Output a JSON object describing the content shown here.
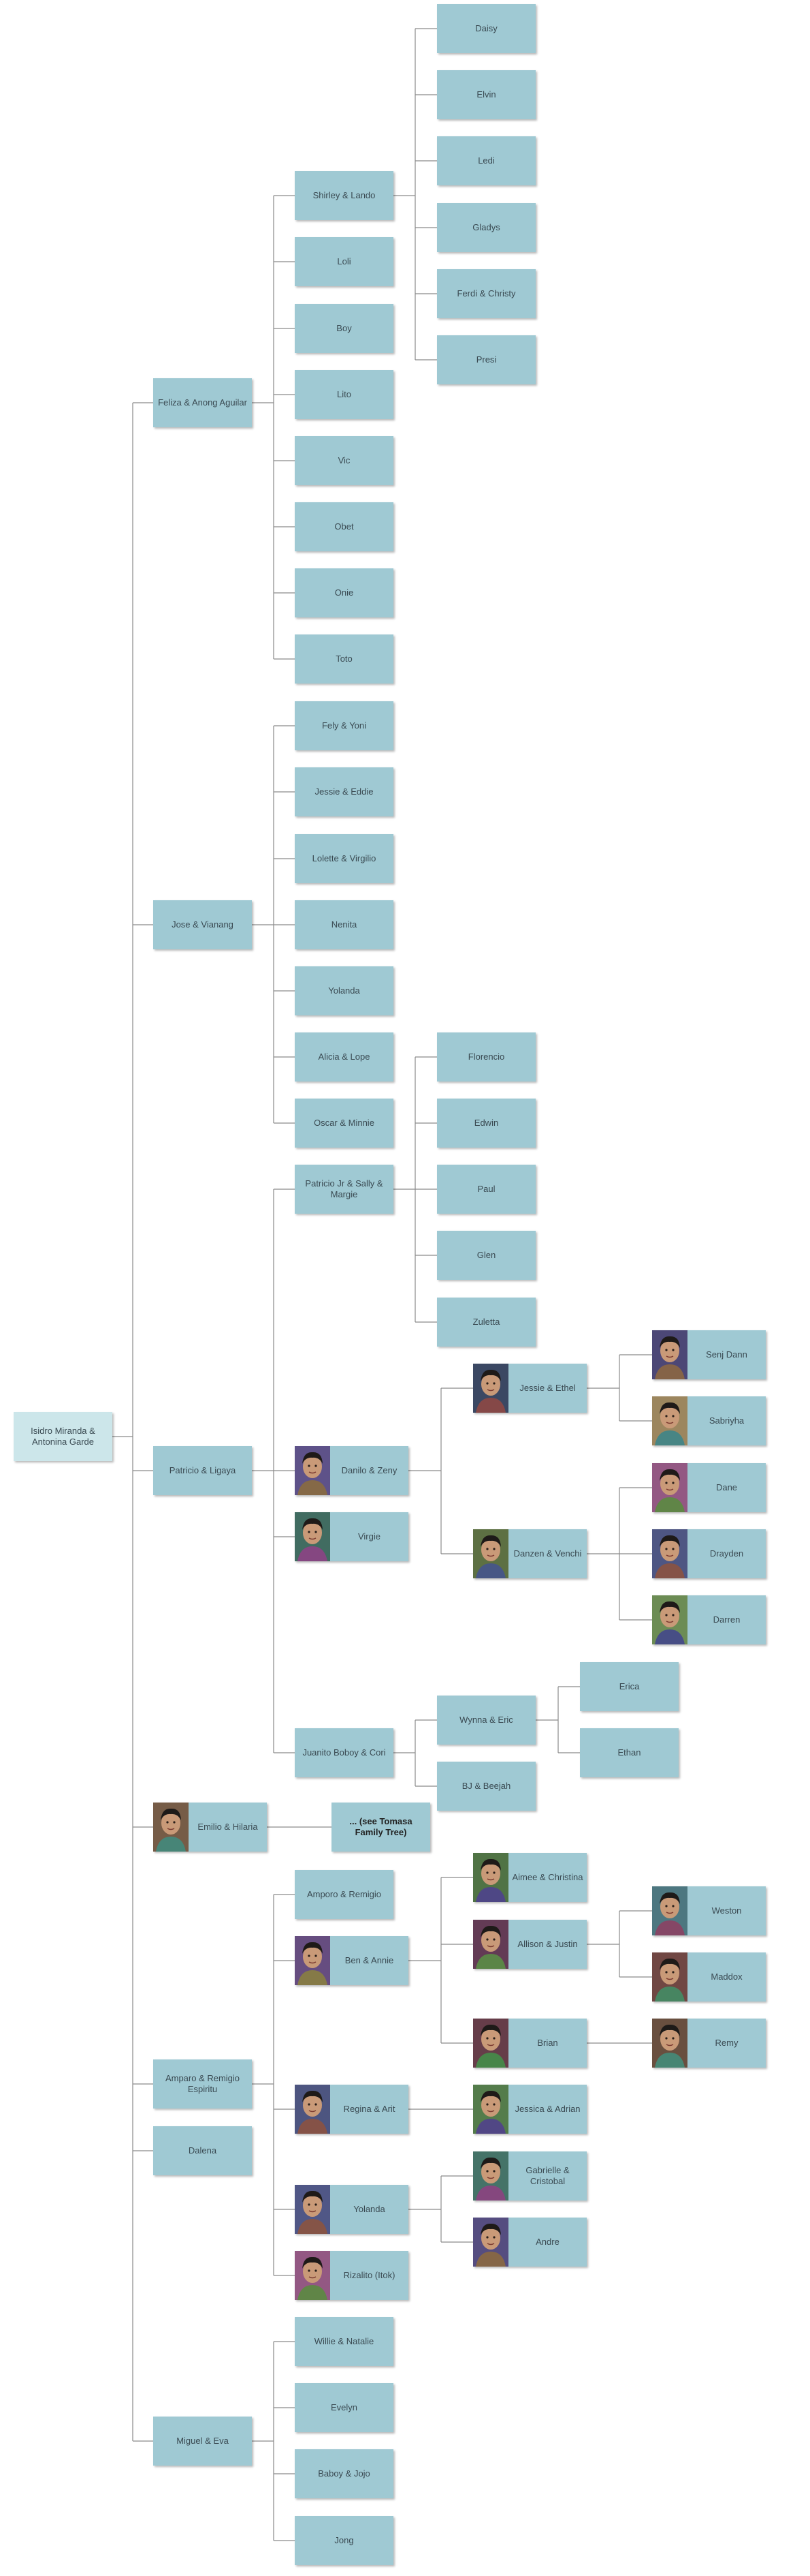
{
  "tree": {
    "root": "Isidro Miranda & Antonina Garde",
    "children": [
      {
        "name": "Feliza & Anong Aguilar",
        "children": [
          {
            "name": "Shirley & Lando",
            "children": [
              {
                "name": "Daisy"
              },
              {
                "name": "Elvin"
              },
              {
                "name": "Ledi"
              },
              {
                "name": "Gladys"
              },
              {
                "name": "Ferdi & Christy"
              },
              {
                "name": "Presi"
              }
            ]
          },
          {
            "name": "Loli"
          },
          {
            "name": "Boy"
          },
          {
            "name": "Lito"
          },
          {
            "name": "Vic"
          },
          {
            "name": "Obet"
          },
          {
            "name": "Onie"
          },
          {
            "name": "Toto"
          }
        ]
      },
      {
        "name": "Jose & Vianang",
        "children": [
          {
            "name": "Fely & Yoni"
          },
          {
            "name": "Jessie & Eddie"
          },
          {
            "name": "Lolette & Virgilio"
          },
          {
            "name": "Nenita"
          },
          {
            "name": "Yolanda"
          },
          {
            "name": "Alicia & Lope"
          },
          {
            "name": "Oscar & Minnie"
          }
        ]
      },
      {
        "name": "Patricio & Ligaya",
        "children": [
          {
            "name": "Patricio Jr & Sally & Margie",
            "children": [
              {
                "name": "Florencio"
              },
              {
                "name": "Edwin"
              },
              {
                "name": "Paul"
              },
              {
                "name": "Glen"
              },
              {
                "name": "Zuletta"
              }
            ]
          },
          {
            "name": "Danilo & Zeny",
            "photo": true,
            "children": [
              {
                "name": "Jessie & Ethel",
                "photo": true,
                "children": [
                  {
                    "name": "Senj Dann",
                    "photo": true
                  },
                  {
                    "name": "Sabriyha",
                    "photo": true
                  }
                ]
              },
              {
                "name": "Danzen & Venchi",
                "photo": true,
                "children": [
                  {
                    "name": "Dane",
                    "photo": true
                  },
                  {
                    "name": "Drayden",
                    "photo": true
                  },
                  {
                    "name": "Darren",
                    "photo": true
                  }
                ]
              }
            ]
          },
          {
            "name": "Virgie",
            "photo": true
          },
          {
            "name": "Juanito Boboy & Cori",
            "children": [
              {
                "name": "Wynna & Eric",
                "children": [
                  {
                    "name": "Erica"
                  },
                  {
                    "name": "Ethan"
                  }
                ]
              },
              {
                "name": "BJ & Beejah"
              }
            ]
          }
        ]
      },
      {
        "name": "Emilio & Hilaria",
        "photo": true,
        "children": [
          {
            "name": "... (see Tomasa Family Tree)",
            "bold": true
          }
        ]
      },
      {
        "name": "Amparo & Remigio Espiritu",
        "children": [
          {
            "name": "Amporo & Remigio"
          },
          {
            "name": "Ben & Annie",
            "photo": true,
            "children": [
              {
                "name": "Aimee & Christina",
                "photo": true
              },
              {
                "name": "Allison & Justin",
                "photo": true,
                "children": [
                  {
                    "name": "Weston",
                    "photo": true
                  },
                  {
                    "name": "Maddox",
                    "photo": true
                  }
                ]
              },
              {
                "name": "Brian",
                "photo": true,
                "children": [
                  {
                    "name": "Remy",
                    "photo": true
                  }
                ]
              }
            ]
          },
          {
            "name": "Regina & Arit",
            "photo": true,
            "children": [
              {
                "name": "Jessica & Adrian",
                "photo": true
              }
            ]
          },
          {
            "name": "Yolanda",
            "photo": true,
            "children": [
              {
                "name": "Gabrielle & Cristobal",
                "photo": true
              },
              {
                "name": "Andre",
                "photo": true
              }
            ]
          },
          {
            "name": "Rizalito (Itok)",
            "photo": true
          }
        ]
      },
      {
        "name": "Dalena"
      },
      {
        "name": "Miguel & Eva",
        "children": [
          {
            "name": "Willie & Natalie"
          },
          {
            "name": "Evelyn"
          },
          {
            "name": "Baboy & Jojo"
          },
          {
            "name": "Jong"
          }
        ]
      }
    ]
  },
  "colors": {
    "node": "#9fc9d3",
    "root": "#cce6ea",
    "text": "#3a4a52",
    "line": "#8a8a8a"
  }
}
